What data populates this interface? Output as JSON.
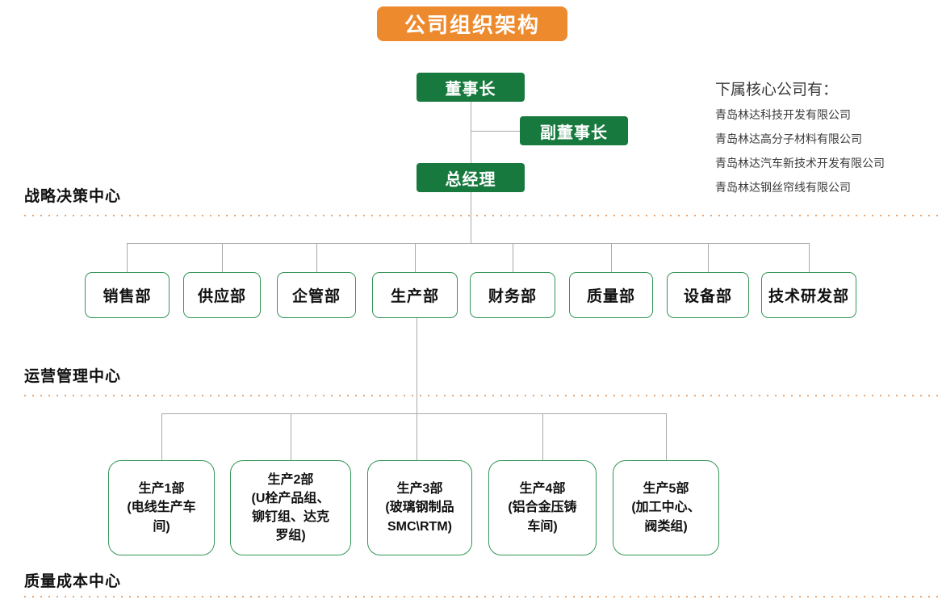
{
  "title": "公司组织架构",
  "colors": {
    "banner_orange": "#EE8A2E",
    "exec_box_green": "#17793D",
    "dept_border_green": "#339657",
    "dotted_line_orange": "#F0A265",
    "connector_gray": "#A9A9A9"
  },
  "executives": {
    "chairman": "董事长",
    "vice_chairman": "副董事长",
    "general_manager": "总经理"
  },
  "subsidiaries": {
    "heading": "下属核心公司有：",
    "companies": [
      "青岛林达科技开发有限公司",
      "青岛林达高分子材料有限公司",
      "青岛林达汽车新技术开发有限公司",
      "青岛林达钢丝帘线有限公司"
    ]
  },
  "centers": {
    "strategic": "战略决策中心",
    "operations": "运营管理中心",
    "quality": "质量成本中心"
  },
  "departments": [
    "销售部",
    "供应部",
    "企管部",
    "生产部",
    "财务部",
    "质量部",
    "设备部",
    "技术研发部"
  ],
  "production": [
    "生产1部\n(电线生产车\n间)",
    "生产2部\n(U栓产品组、\n铆钉组、达克\n罗组)",
    "生产3部\n(玻璃钢制品\nSMC\\RTM)",
    "生产4部\n(铝合金压铸\n车间)",
    "生产5部\n(加工中心、\n阀类组)"
  ]
}
